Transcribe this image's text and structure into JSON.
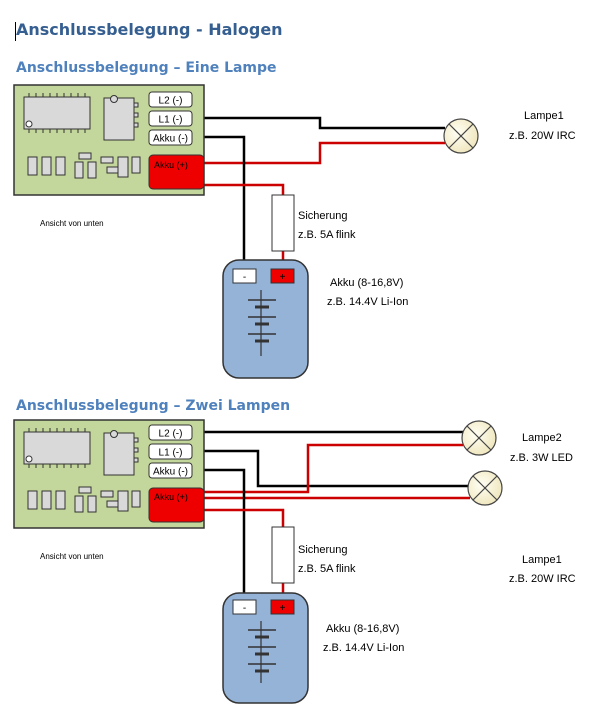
{
  "title": "Anschlussbelegung - Halogen",
  "section1": {
    "heading": "Anschlussbelegung – Eine Lampe",
    "board": {
      "l2": "L2 (-)",
      "l1": "L1 (-)",
      "akku_minus": "Akku (-)",
      "akku_plus": "Akku (+)",
      "view_label": "Ansicht von unten"
    },
    "lamp1": {
      "name": "Lampe1",
      "spec": "z.B. 20W IRC"
    },
    "fuse": {
      "name": "Sicherung",
      "spec": "z.B. 5A flink"
    },
    "battery": {
      "name": "Akku (8-16,8V)",
      "spec": "z.B. 14.4V Li-Ion",
      "minus": "-",
      "plus": "+"
    }
  },
  "section2": {
    "heading": "Anschlussbelegung – Zwei Lampen",
    "board": {
      "l2": "L2 (-)",
      "l1": "L1 (-)",
      "akku_minus": "Akku (-)",
      "akku_plus": "Akku (+)",
      "view_label": "Ansicht von unten"
    },
    "lamp2": {
      "name": "Lampe2",
      "spec": "z.B. 3W LED"
    },
    "lamp1": {
      "name": "Lampe1",
      "spec": "z.B. 20W IRC"
    },
    "fuse": {
      "name": "Sicherung",
      "spec": "z.B. 5A flink"
    },
    "battery": {
      "name": "Akku (8-16,8V)",
      "spec": "z.B. 14.4V Li-Ion",
      "minus": "-",
      "plus": "+"
    }
  },
  "colors": {
    "heading1": "#365f91",
    "heading2": "#4f81bd",
    "board": "#c3d69b",
    "battery": "#95b3d7",
    "wire_red": "#cc0000",
    "wire_black": "#000000"
  }
}
